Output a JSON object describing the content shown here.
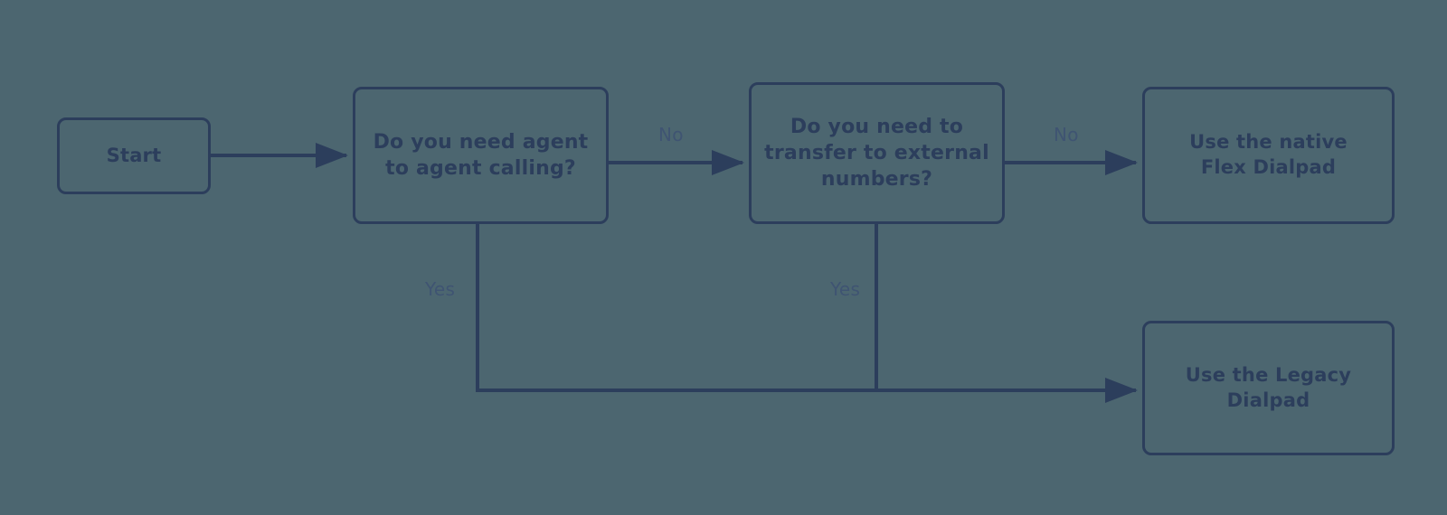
{
  "diagram": {
    "title": "Dialpad selection decision flowchart",
    "background_color": "#4c6670",
    "node_color": "#2c3e5c",
    "label_color": "#3f5472",
    "nodes": {
      "start": {
        "label": "Start"
      },
      "decision_agent_calling": {
        "label": "Do you need agent\nto agent calling?"
      },
      "decision_external_transfer": {
        "label": "Do you need to\ntransfer to external\nnumbers?"
      },
      "result_native": {
        "label": "Use the native\nFlex Dialpad"
      },
      "result_legacy": {
        "label": "Use the Legacy\nDialpad"
      }
    },
    "edges": {
      "start_to_decision1": {
        "label": ""
      },
      "decision1_no": {
        "label": "No"
      },
      "decision1_yes": {
        "label": "Yes"
      },
      "decision2_no": {
        "label": "No"
      },
      "decision2_yes": {
        "label": "Yes"
      }
    }
  }
}
